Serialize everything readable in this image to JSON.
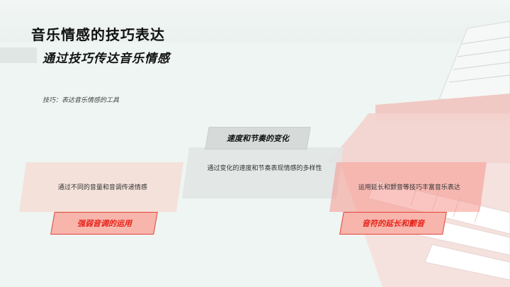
{
  "slide": {
    "title": "音乐情感的技巧表达",
    "subtitle": "通过技巧传达音乐情感",
    "note": "技巧：表达音乐情感的工具",
    "background_image": "piano-illustration"
  },
  "cards": [
    {
      "heading": "强弱音调的运用",
      "text": "通过不同的音量和音调传递情感"
    },
    {
      "heading": "速度和节奏的变化",
      "text": "通过变化的速度和节奏表现情感的多样性"
    },
    {
      "heading": "音符的延长和颤音",
      "text": "运用延长和颤音等技巧丰富音乐表达"
    }
  ],
  "colors": {
    "accent_red": "#e8231a",
    "card_red_border": "#e2453a",
    "background": "#eef5f2"
  }
}
